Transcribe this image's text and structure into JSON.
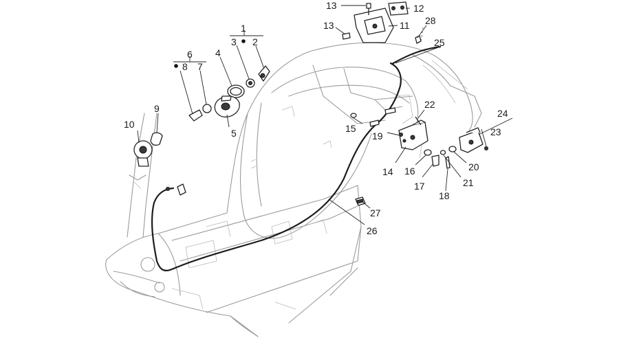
{
  "callouts": [
    {
      "id": "c1",
      "text": "1"
    },
    {
      "id": "c2",
      "text": "2"
    },
    {
      "id": "c3",
      "text": "3"
    },
    {
      "id": "c4",
      "text": "4"
    },
    {
      "id": "c5",
      "text": "5"
    },
    {
      "id": "c6",
      "text": "6"
    },
    {
      "id": "c7",
      "text": "7"
    },
    {
      "id": "c8",
      "text": "8"
    },
    {
      "id": "c9",
      "text": "9"
    },
    {
      "id": "c10",
      "text": "10"
    },
    {
      "id": "c11",
      "text": "11"
    },
    {
      "id": "c12",
      "text": "12"
    },
    {
      "id": "c13a",
      "text": "13"
    },
    {
      "id": "c13b",
      "text": "13"
    },
    {
      "id": "c14",
      "text": "14"
    },
    {
      "id": "c15",
      "text": "15"
    },
    {
      "id": "c16",
      "text": "16"
    },
    {
      "id": "c17",
      "text": "17"
    },
    {
      "id": "c18",
      "text": "18"
    },
    {
      "id": "c19",
      "text": "19"
    },
    {
      "id": "c20",
      "text": "20"
    },
    {
      "id": "c21",
      "text": "21"
    },
    {
      "id": "c22",
      "text": "22"
    },
    {
      "id": "c23",
      "text": "23"
    },
    {
      "id": "c24",
      "text": "24"
    },
    {
      "id": "c25",
      "text": "25"
    },
    {
      "id": "c26",
      "text": "26"
    },
    {
      "id": "c27",
      "text": "27"
    },
    {
      "id": "c28",
      "text": "28"
    }
  ],
  "colors": {
    "frame": "#9a9a9a",
    "part": "#222222",
    "background": "#ffffff"
  }
}
